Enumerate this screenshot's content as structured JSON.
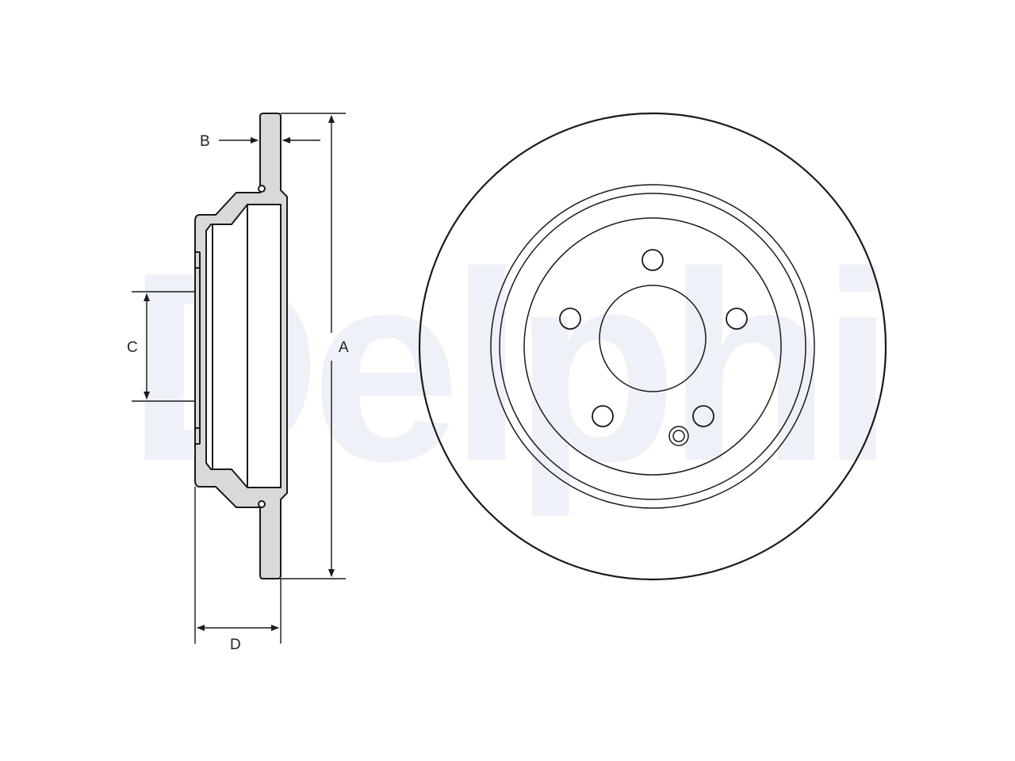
{
  "watermark": {
    "text": "Delphi",
    "color": "#eef2f8"
  },
  "labels": {
    "a": "A",
    "b": "B",
    "c": "C",
    "d": "D"
  },
  "colors": {
    "line": "#1a1a1a",
    "section_fill": "#d9d9d9",
    "background": "#ffffff"
  }
}
